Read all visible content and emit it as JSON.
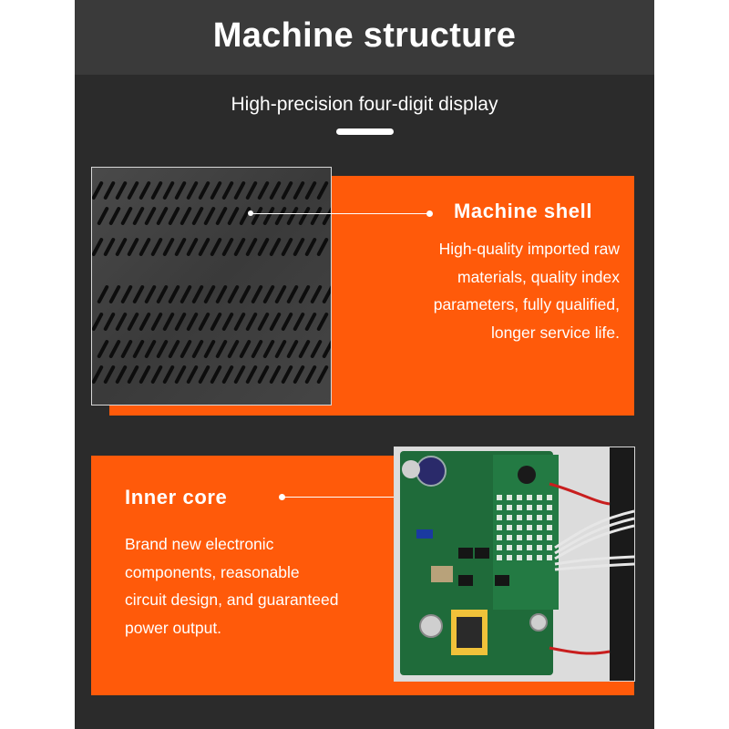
{
  "header": {
    "title": "Machine structure"
  },
  "intro": {
    "subtitle": "High-precision four-digit display"
  },
  "sections": [
    {
      "heading": "Machine shell",
      "lines": [
        "High-quality imported raw",
        "materials, quality index",
        "parameters, fully qualified,",
        "longer service life."
      ]
    },
    {
      "heading": "Inner core",
      "lines": [
        "Brand new electronic",
        "components, reasonable",
        "circuit design, and guaranteed",
        "power output."
      ]
    }
  ],
  "colors": {
    "background": "#2b2b2b",
    "header_band": "#3a3a3a",
    "accent": "#ff5a0a",
    "text": "#ffffff",
    "pcb_green": "#1f6b3a"
  }
}
